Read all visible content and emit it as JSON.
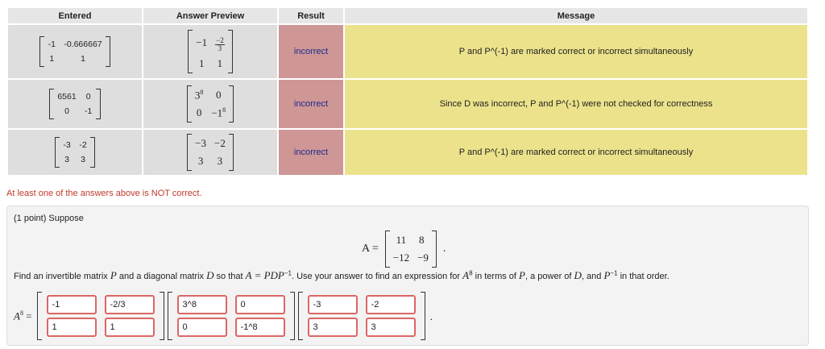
{
  "headers": [
    "Entered",
    "Answer Preview",
    "Result",
    "Message"
  ],
  "rows": [
    {
      "entered": [
        [
          "-1",
          "-0.666667"
        ],
        [
          "1",
          "1"
        ]
      ],
      "result": "incorrect",
      "message": "P and P^(-1) are marked correct or incorrect simultaneously"
    },
    {
      "entered": [
        [
          "6561",
          "0"
        ],
        [
          "0",
          "-1"
        ]
      ],
      "result": "incorrect",
      "message": "Since D was incorrect, P and P^(-1) were not checked for correctness"
    },
    {
      "entered": [
        [
          "-3",
          "-2"
        ],
        [
          "3",
          "3"
        ]
      ],
      "preview": [
        [
          "−3",
          "−2"
        ],
        [
          "3",
          "3"
        ]
      ],
      "result": "incorrect",
      "message": "P and P^(-1) are marked correct or incorrect simultaneously"
    }
  ],
  "preview_r1": {
    "a": "−1",
    "frac_num": "−2",
    "frac_den": "3",
    "c": "1",
    "d": "1"
  },
  "preview_r2": {
    "a_base": "3",
    "a_exp": "8",
    "b": "0",
    "c": "0",
    "d_base": "−1",
    "d_exp": "8"
  },
  "warning": "At least one of the answers above is NOT correct.",
  "problem": {
    "points": "(1 point) Suppose",
    "matrix_lhs": "A =",
    "matrix_A": [
      [
        "11",
        "8"
      ],
      [
        "−12",
        "−9"
      ]
    ],
    "instr_1": "Find an invertible matrix ",
    "instr_P": "P",
    "instr_2": " and a diagonal matrix ",
    "instr_D": "D",
    "instr_3": " so that ",
    "instr_eq": "A = PDP",
    "instr_eq_exp": "−1",
    "instr_4": ". Use your answer to find an expression for ",
    "instr_A": "A",
    "instr_A_exp": "8",
    "instr_5": " in terms of ",
    "instr_P2": "P",
    "instr_6": ", a power of ",
    "instr_D2": "D",
    "instr_7": ", and ",
    "instr_Pinv": "P",
    "instr_Pinv_exp": "−1",
    "instr_8": " in that order.",
    "answer_lhs": "A",
    "answer_lhs_exp": "8",
    "answer_eq": "=",
    "P_inputs": [
      "-1",
      "-2/3",
      "1",
      "1"
    ],
    "D_inputs": [
      "3^8",
      "0",
      "0",
      "-1^8"
    ],
    "Pinv_inputs": [
      "-3",
      "-2",
      "3",
      "3"
    ],
    "end_period": "."
  }
}
